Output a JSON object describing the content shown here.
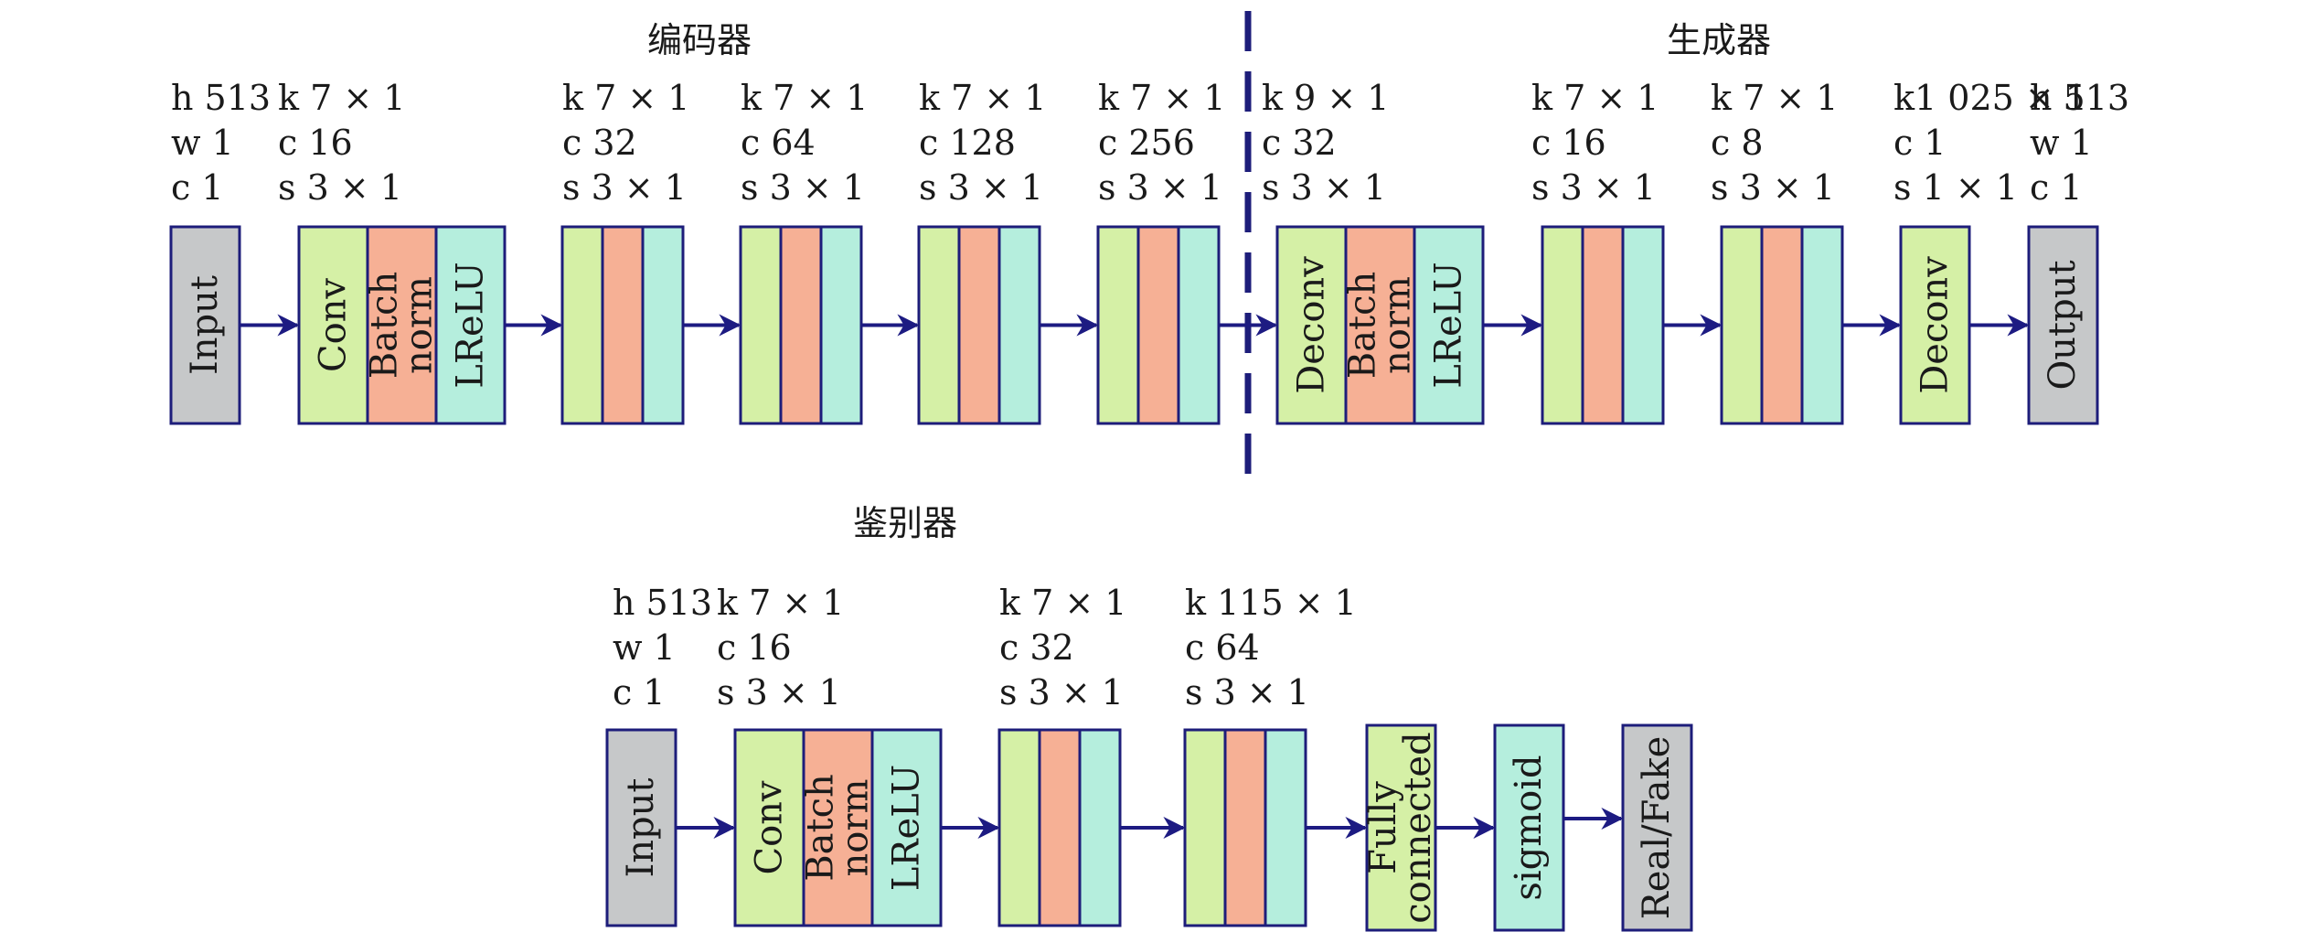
{
  "titles": {
    "encoder": "编码器",
    "generator": "生成器",
    "discriminator": "鉴别器"
  },
  "colors": {
    "input": "#c6c8c9",
    "conv": "#d5f0a6",
    "norm": "#f6b095",
    "relu": "#b5eedd",
    "stroke": "#1d1d7a",
    "arrow": "#1d1b82"
  },
  "top_row": {
    "input_block": {
      "label": "Input",
      "params": [
        "h 513",
        "w 1",
        "c 1"
      ]
    },
    "stages": [
      {
        "params": [
          "k 7 × 1",
          "c 16",
          "s 3 × 1"
        ],
        "labels": [
          "Conv",
          "Batch\nnorm",
          "LReLU"
        ]
      },
      {
        "params": [
          "k 7 × 1",
          "c 32",
          "s 3 × 1"
        ]
      },
      {
        "params": [
          "k 7 × 1",
          "c 64",
          "s 3 × 1"
        ]
      },
      {
        "params": [
          "k 7 × 1",
          "c 128",
          "s 3 × 1"
        ]
      },
      {
        "params": [
          "k 7 × 1",
          "c 256",
          "s 3 × 1"
        ]
      },
      {
        "params": [
          "k 9 × 1",
          "c 32",
          "s 3 × 1"
        ],
        "labels": [
          "Deconv",
          "Batch\nnorm",
          "LReLU"
        ]
      },
      {
        "params": [
          "k 7 × 1",
          "c 16",
          "s 3 × 1"
        ]
      },
      {
        "params": [
          "k 7 × 1",
          "c 8",
          "s 3 × 1"
        ]
      },
      {
        "params": [
          "k1 025 × 1",
          "c 1",
          "s 1 × 1"
        ],
        "labels": [
          "Deconv"
        ]
      }
    ],
    "output_block": {
      "label": "Output",
      "params": [
        "h 513",
        "w 1",
        "c 1"
      ]
    }
  },
  "bottom_row": {
    "input_block": {
      "label": "Input",
      "params": [
        "h 513",
        "w 1",
        "c 1"
      ]
    },
    "stages": [
      {
        "params": [
          "k 7 × 1",
          "c 16",
          "s 3 × 1"
        ],
        "labels": [
          "Conv",
          "Batch\nnorm",
          "LReLU"
        ]
      },
      {
        "params": [
          "k 7 × 1",
          "c 32",
          "s 3 × 1"
        ]
      },
      {
        "params": [
          "k 115 × 1",
          "c 64",
          "s 3 × 1"
        ]
      }
    ],
    "fc_label": "Fully\nconnected",
    "sigmoid_label": "sigmoid",
    "result_label": "Real/Fake"
  }
}
